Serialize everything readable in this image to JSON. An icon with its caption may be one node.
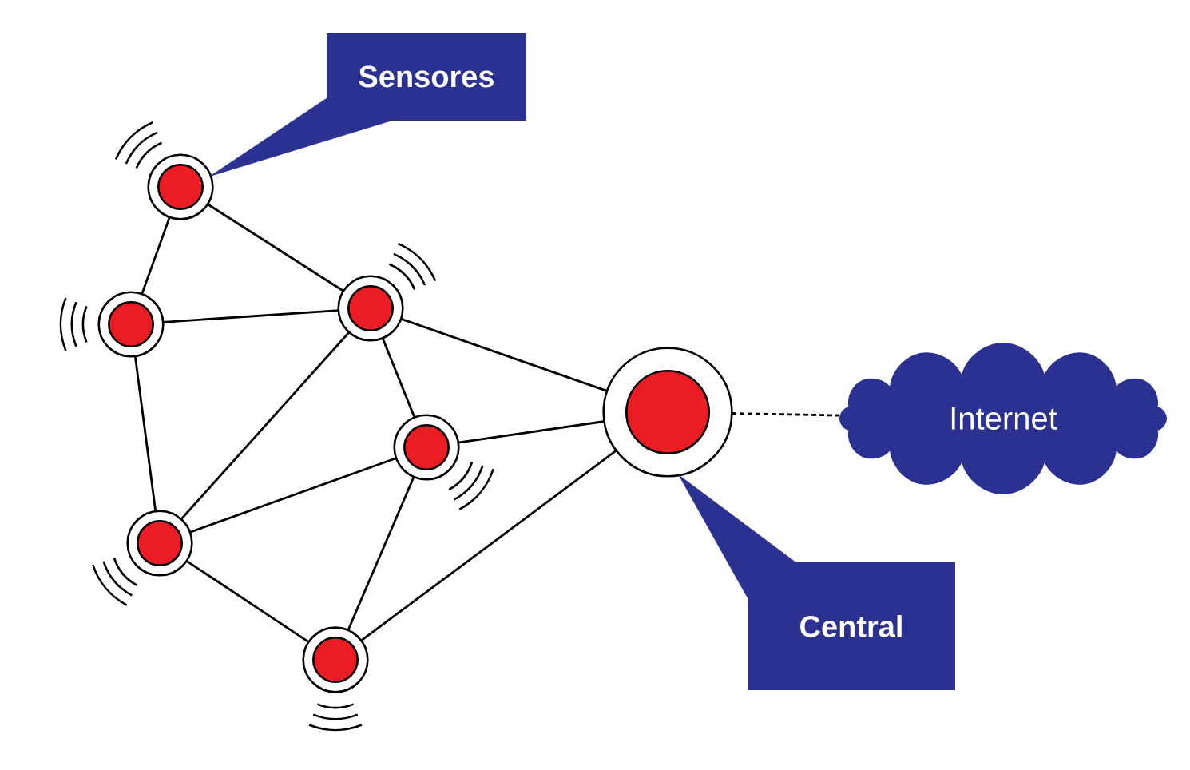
{
  "diagram": {
    "nodes": [
      {
        "text": [
          "Sensores"
        ]
      },
      {
        "text": [],
        "shape": "circle"
      },
      {
        "text": [],
        "shape": "circle"
      },
      {
        "text": [],
        "shape": "circle"
      },
      {
        "text": [],
        "shape": "circle"
      },
      {
        "text": [],
        "shape": "circle"
      },
      {
        "text": [],
        "shape": "circle"
      },
      {
        "text": [],
        "shape": "circle"
      },
      {
        "text": [
          "Internet"
        ]
      },
      {
        "text": [
          "Central"
        ]
      }
    ],
    "edges": [
      {
        "from": 1,
        "to": 3,
        "arrow": "none"
      },
      {
        "from": 1,
        "to": 2,
        "arrow": "none"
      },
      {
        "from": 3,
        "to": 2,
        "arrow": "none"
      },
      {
        "from": 3,
        "to": 5,
        "arrow": "none"
      },
      {
        "from": 2,
        "to": 5,
        "arrow": "none"
      },
      {
        "from": 2,
        "to": 4,
        "arrow": "none"
      },
      {
        "from": 2,
        "to": 7,
        "arrow": "none"
      },
      {
        "from": 4,
        "to": 5,
        "arrow": "none"
      },
      {
        "from": 4,
        "to": 7,
        "arrow": "none"
      },
      {
        "from": 4,
        "to": 6,
        "arrow": "none"
      },
      {
        "from": 5,
        "to": 6,
        "arrow": "none"
      },
      {
        "from": 6,
        "to": 7,
        "arrow": "none"
      },
      {
        "from": 7,
        "to": 8,
        "arrow": "none",
        "style": "dashed"
      },
      {
        "from": 0,
        "to": 1,
        "arrow": "none"
      },
      {
        "from": 9,
        "to": 7,
        "arrow": "none"
      }
    ]
  }
}
